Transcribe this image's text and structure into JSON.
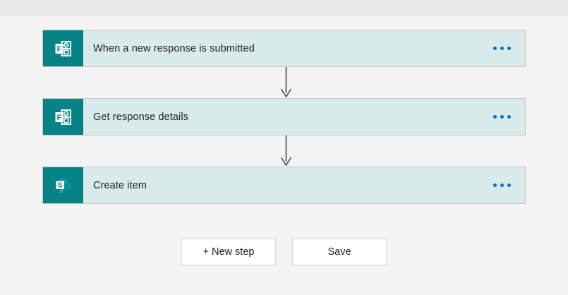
{
  "app": {
    "background_color": "#f4f4f4",
    "top_band_color": "#e9e9e9",
    "accent_teal": "#068387",
    "card_background": "#d9eaea",
    "menu_dot_color": "#0a70cc",
    "connector_color": "#4a4a4a"
  },
  "flow": {
    "steps": [
      {
        "title": "When a new response is submitted",
        "icon": "microsoft-forms-icon",
        "menu_label": "..."
      },
      {
        "title": "Get response details",
        "icon": "microsoft-forms-icon",
        "menu_label": "..."
      },
      {
        "title": "Create item",
        "icon": "sharepoint-icon",
        "menu_label": "..."
      }
    ],
    "connectors": [
      {
        "name": "arrow-down-icon"
      },
      {
        "name": "arrow-down-icon"
      }
    ]
  },
  "actions": {
    "new_step_label": "+ New step",
    "save_label": "Save"
  }
}
